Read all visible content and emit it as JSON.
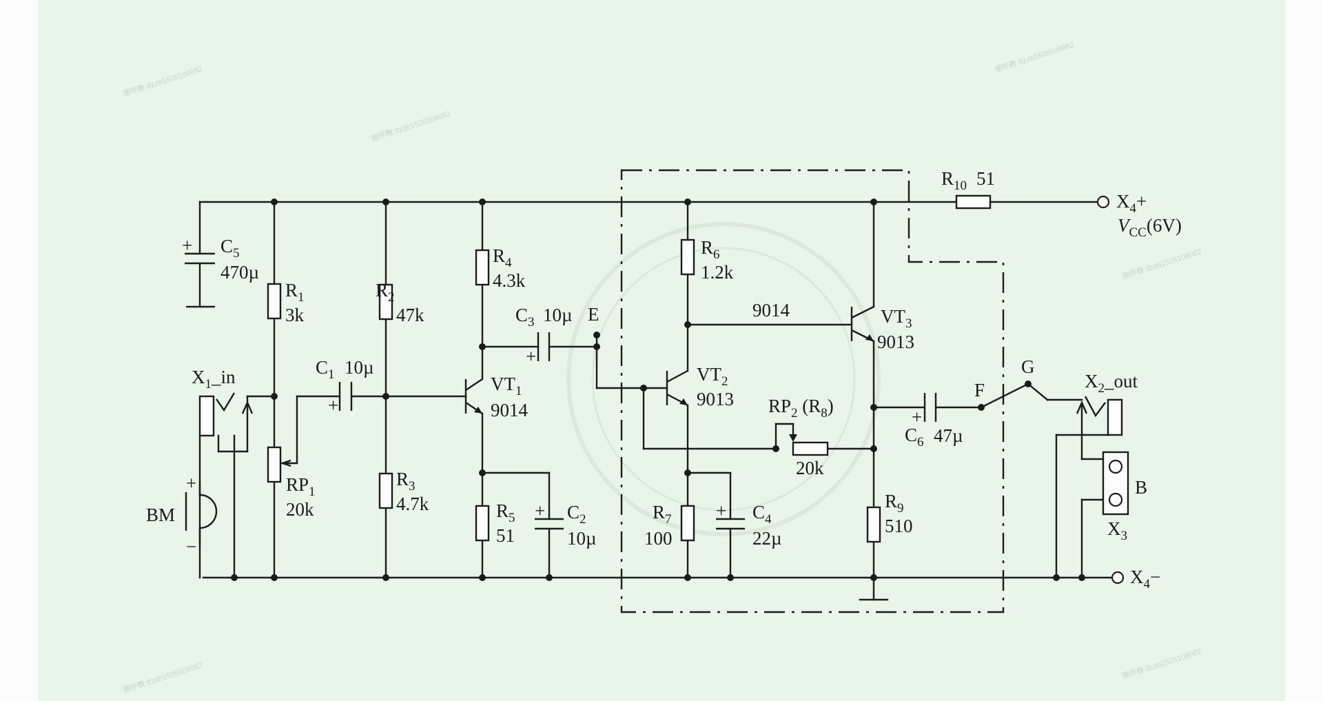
{
  "labels": {
    "c5": "C",
    "c5_sub": "5",
    "c5_val": "470µ",
    "r1": "R",
    "r1_sub": "1",
    "r1_val": "3k",
    "r2": "R",
    "r2_sub": "2",
    "r2_val": "47k",
    "r3": "R",
    "r3_sub": "3",
    "r3_val": "4.7k",
    "r4": "R",
    "r4_sub": "4",
    "r4_val": "4.3k",
    "r5": "R",
    "r5_sub": "5",
    "r5_val": "51",
    "c1": "C",
    "c1_sub": "1",
    "c1_val": "10µ",
    "c2": "C",
    "c2_sub": "2",
    "c2_val": "10µ",
    "c3": "C",
    "c3_sub": "3",
    "c3_val": "10µ",
    "vt1": "VT",
    "vt1_sub": "1",
    "vt1_val": "9014",
    "rp1": "RP",
    "rp1_sub": "1",
    "rp1_val": "20k",
    "x1": "X",
    "x1_sub": "1",
    "x1_suffix": "_in",
    "bm": "BM",
    "e_node": "E",
    "r6": "R",
    "r6_sub": "6",
    "r6_val": "1.2k",
    "r7": "R",
    "r7_sub": "7",
    "r7_val": "100",
    "c4": "C",
    "c4_sub": "4",
    "c4_val": "22µ",
    "vt2": "VT",
    "vt2_sub": "2",
    "vt2_val": "9013",
    "vt3": "VT",
    "vt3_sub": "3",
    "vt3_val": "9013",
    "t9014": "9014",
    "rp2": "RP",
    "rp2_sub": "2",
    "rp2_mid": " (R",
    "rp2_sub2": "8",
    "rp2_end": ")",
    "rp2_val": "20k",
    "r9": "R",
    "r9_sub": "9",
    "r9_val": "510",
    "r10": "R",
    "r10_sub": "10",
    "r10_val": "51",
    "c6": "C",
    "c6_sub": "6",
    "c6_val": "47µ",
    "f_node": "F",
    "g_node": "G",
    "x2": "X",
    "x2_sub": "2",
    "x2_suffix": "_out",
    "b_label": "B",
    "x3": "X",
    "x3_sub": "3",
    "x4p": "X",
    "x4p_sub": "4",
    "x4p_suffix": "+",
    "vcc": "V",
    "vcc_sub": "CC",
    "vcc_val": "(6V)",
    "x4n": "X",
    "x4n_sub": "4",
    "x4n_suffix": "−",
    "plus": "+",
    "minus": "−"
  },
  "watermark": "德怀教 tfzzb1526109082"
}
